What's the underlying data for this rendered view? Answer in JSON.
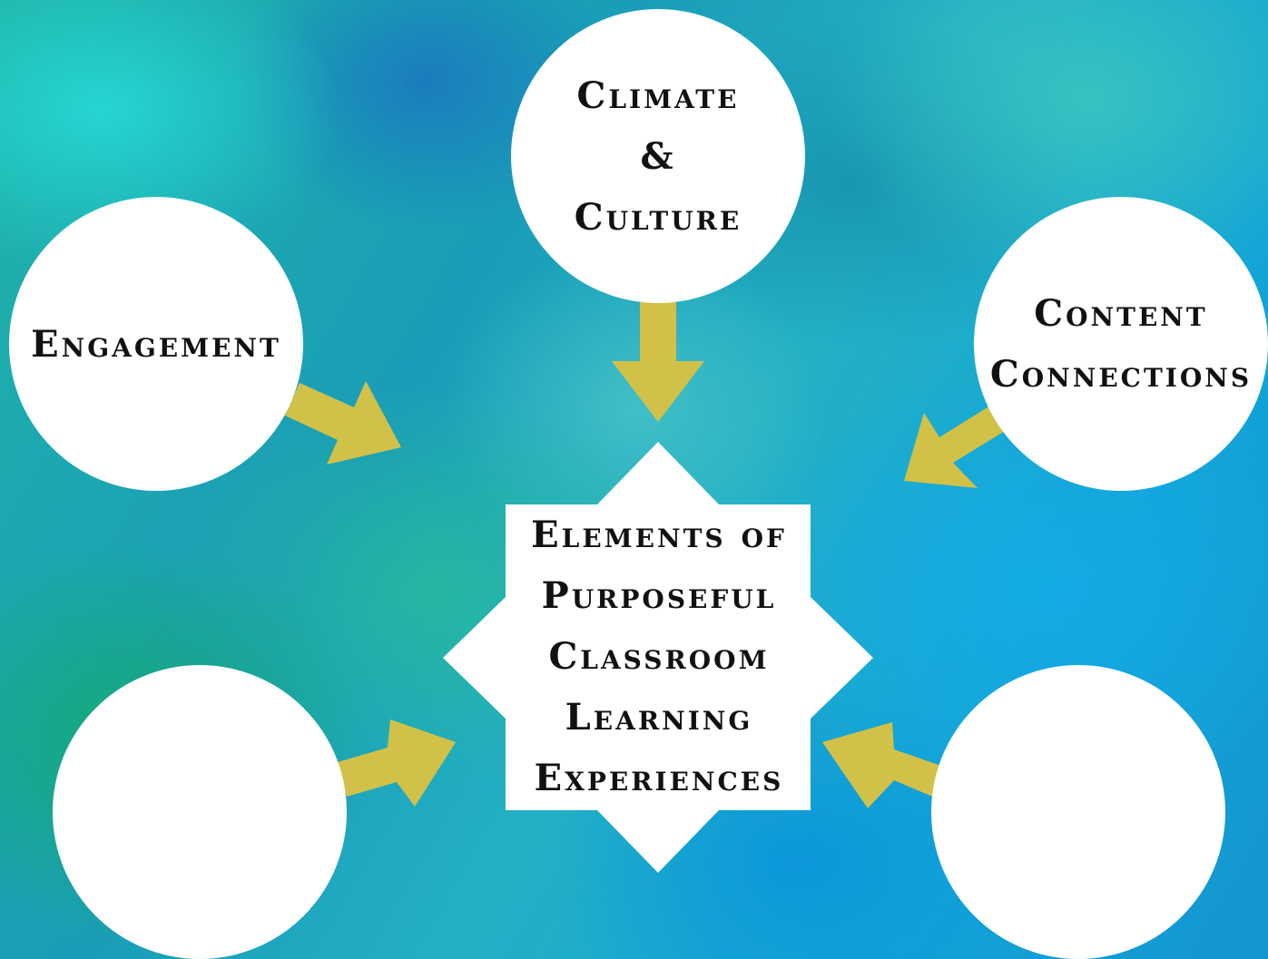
{
  "nodes": {
    "climate": {
      "line1": "Climate",
      "line2": "&",
      "line3": "Culture"
    },
    "engagement": {
      "label": "Engagement"
    },
    "content": {
      "line1": "Content",
      "line2": "Connections"
    },
    "bottom_left": {
      "label": ""
    },
    "bottom_right": {
      "label": ""
    }
  },
  "center": {
    "lines": [
      "Elements of",
      "Purposeful",
      "Classroom",
      "Learning",
      "Experiences"
    ]
  },
  "colors": {
    "arrow": "#d2c148",
    "node_fill": "#ffffff",
    "text": "#111111"
  }
}
